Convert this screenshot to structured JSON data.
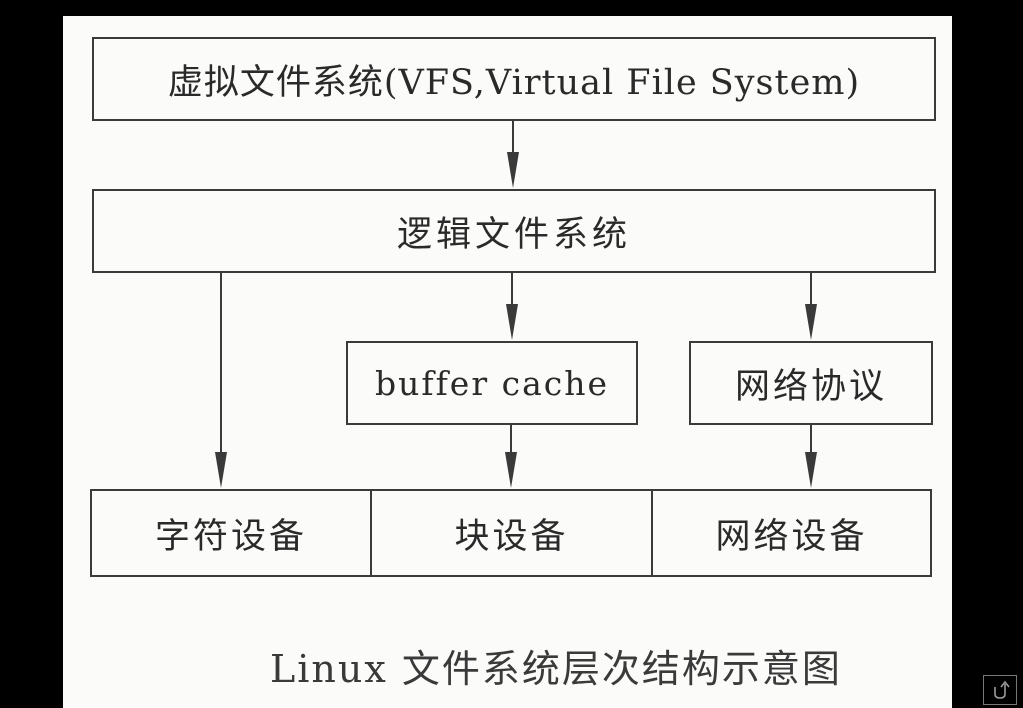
{
  "diagram": {
    "nodes": {
      "vfs": "虚拟文件系统(VFS,Virtual File System)",
      "logical_fs": "逻辑文件系统",
      "buffer_cache": "buffer cache",
      "network_protocol": "网络协议",
      "char_device": "字符设备",
      "block_device": "块设备",
      "network_device": "网络设备"
    },
    "edges": [
      {
        "from": "vfs",
        "to": "logical_fs"
      },
      {
        "from": "logical_fs",
        "to": "char_device"
      },
      {
        "from": "logical_fs",
        "to": "buffer_cache"
      },
      {
        "from": "logical_fs",
        "to": "network_protocol"
      },
      {
        "from": "buffer_cache",
        "to": "block_device"
      },
      {
        "from": "network_protocol",
        "to": "network_device"
      }
    ],
    "caption": "Linux 文件系统层次结构示意图"
  },
  "colors": {
    "background": "#000000",
    "paper": "#fbfbf9",
    "ink": "#3a3a3a"
  },
  "icons": {
    "corner": "return-arrow-icon"
  }
}
